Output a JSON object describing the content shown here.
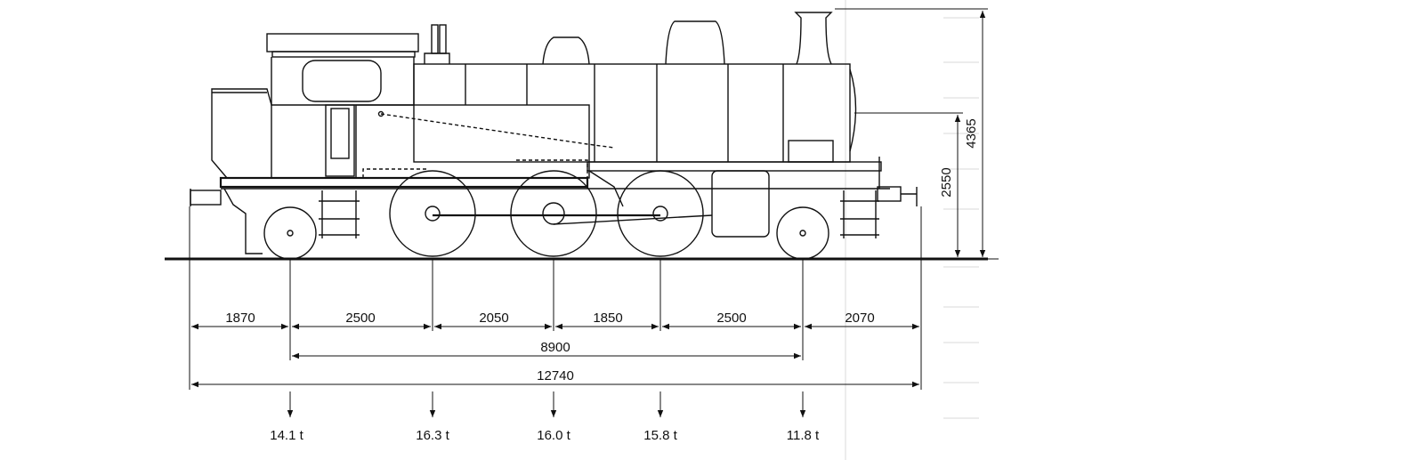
{
  "dimensions": {
    "horizontal": [
      "1870",
      "2500",
      "2050",
      "1850",
      "2500",
      "2070"
    ],
    "wheelbase": "8900",
    "overall_length": "12740",
    "vertical": [
      "2550",
      "4365"
    ]
  },
  "axle_loads": [
    "14.1 t",
    "16.3 t",
    "16.0 t",
    "15.8 t",
    "11.8 t"
  ]
}
